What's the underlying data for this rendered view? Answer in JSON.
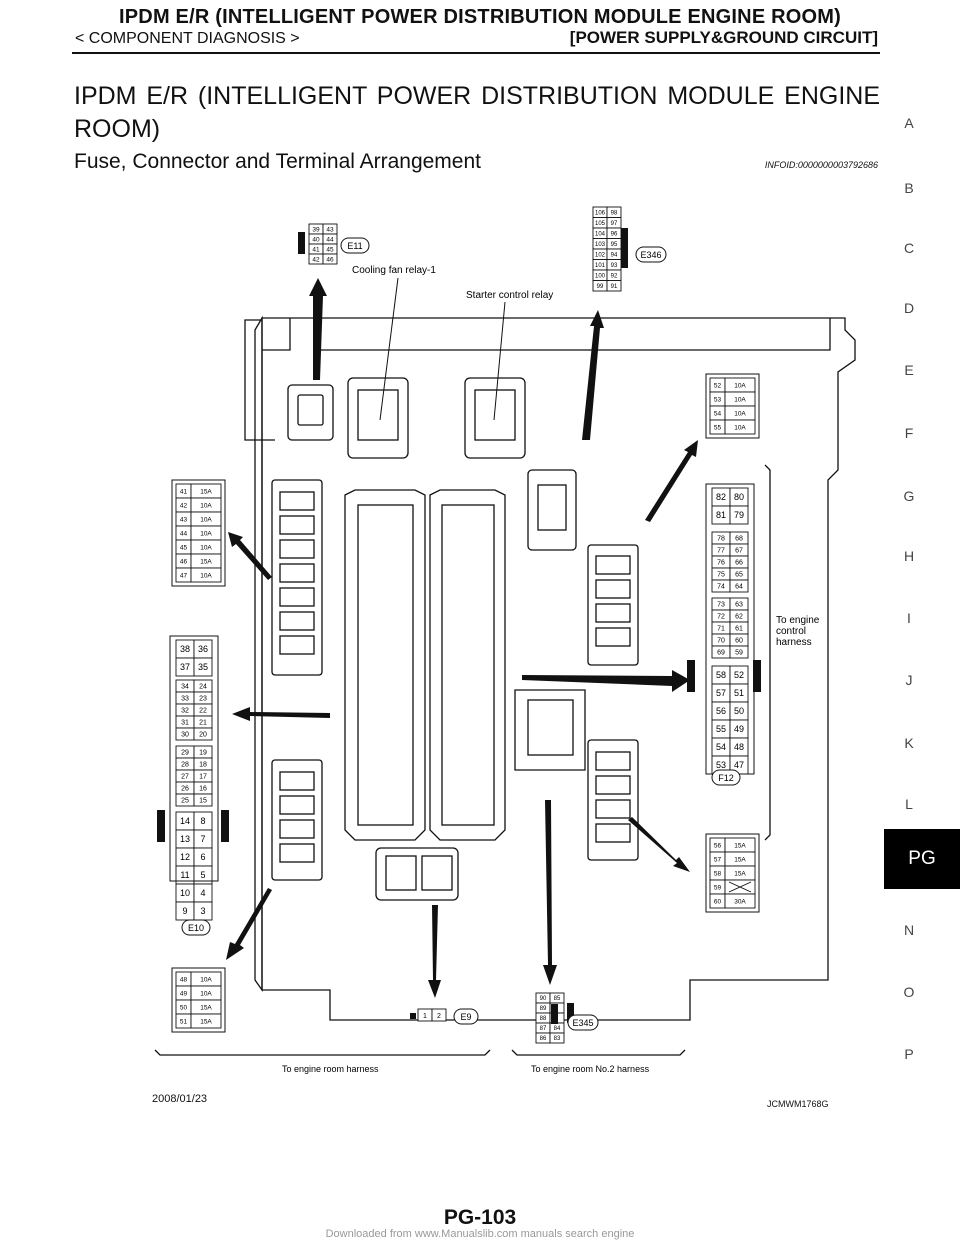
{
  "header": {
    "title": "IPDM E/R (INTELLIGENT POWER DISTRIBUTION MODULE ENGINE ROOM)",
    "left": "< COMPONENT DIAGNOSIS >",
    "right": "[POWER SUPPLY&GROUND CIRCUIT]"
  },
  "heading_line1": "IPDM E/R (INTELLIGENT POWER DISTRIBUTION MODULE ENGINE",
  "heading_line2": "ROOM)",
  "section_title": "Fuse, Connector and Terminal Arrangement",
  "info_id": "INFOID:0000000003792686",
  "side_letters": [
    "A",
    "B",
    "C",
    "D",
    "E",
    "F",
    "G",
    "H",
    "I",
    "J",
    "K",
    "L",
    "N",
    "O",
    "P"
  ],
  "active_tab": "PG",
  "figure": {
    "relay_labels": {
      "cooling_fan": "Cooling fan relay-1",
      "starter": "Starter control relay"
    },
    "harness_labels": {
      "engine_room": "To engine room harness",
      "engine_room_no2": "To engine room No.2 harness",
      "engine_control_1": "To engine",
      "engine_control_2": "control",
      "engine_control_3": "harness"
    },
    "connectors": {
      "e11": "E11",
      "e346": "E346",
      "f12": "F12",
      "e10": "E10",
      "e9": "E9",
      "e345": "E345"
    },
    "e11_terms": [
      [
        "39",
        "43"
      ],
      [
        "40",
        "44"
      ],
      [
        "41",
        "45"
      ],
      [
        "42",
        "46"
      ]
    ],
    "e346_terms": [
      [
        "106",
        "98"
      ],
      [
        "105",
        "97"
      ],
      [
        "104",
        "96"
      ],
      [
        "103",
        "95"
      ],
      [
        "102",
        "94"
      ],
      [
        "101",
        "93"
      ],
      [
        "100",
        "92"
      ],
      [
        "99",
        "91"
      ]
    ],
    "e9_terms": [
      "1",
      "2"
    ],
    "e345_terms": [
      [
        "90",
        "85"
      ],
      [
        "89",
        ""
      ],
      [
        "88",
        ""
      ],
      [
        "87",
        "84"
      ],
      [
        "86",
        "83"
      ]
    ],
    "fuses_tr": [
      [
        "52",
        "10A"
      ],
      [
        "53",
        "10A"
      ],
      [
        "54",
        "10A"
      ],
      [
        "55",
        "10A"
      ]
    ],
    "fuses_l1": [
      [
        "41",
        "15A"
      ],
      [
        "42",
        "10A"
      ],
      [
        "43",
        "10A"
      ],
      [
        "44",
        "10A"
      ],
      [
        "45",
        "10A"
      ],
      [
        "46",
        "15A"
      ],
      [
        "47",
        "10A"
      ]
    ],
    "fuses_bl": [
      [
        "48",
        "10A"
      ],
      [
        "49",
        "10A"
      ],
      [
        "50",
        "15A"
      ],
      [
        "51",
        "15A"
      ]
    ],
    "fuses_br": [
      [
        "56",
        "15A"
      ],
      [
        "57",
        "15A"
      ],
      [
        "58",
        "15A"
      ],
      [
        "59",
        ""
      ],
      [
        "60",
        "30A"
      ]
    ],
    "e10_g1": [
      [
        "38",
        "36"
      ],
      [
        "37",
        "35"
      ]
    ],
    "e10_g2": [
      [
        "34",
        "24"
      ],
      [
        "33",
        "23"
      ],
      [
        "32",
        "22"
      ],
      [
        "31",
        "21"
      ],
      [
        "30",
        "20"
      ]
    ],
    "e10_g3": [
      [
        "29",
        "19"
      ],
      [
        "28",
        "18"
      ],
      [
        "27",
        "17"
      ],
      [
        "26",
        "16"
      ],
      [
        "25",
        "15"
      ]
    ],
    "e10_g4": [
      [
        "14",
        "8"
      ],
      [
        "13",
        "7"
      ],
      [
        "12",
        "6"
      ],
      [
        "11",
        "5"
      ],
      [
        "10",
        "4"
      ],
      [
        "9",
        "3"
      ]
    ],
    "f12_g1": [
      [
        "82",
        "80"
      ],
      [
        "81",
        "79"
      ]
    ],
    "f12_g2": [
      [
        "78",
        "68"
      ],
      [
        "77",
        "67"
      ],
      [
        "76",
        "66"
      ],
      [
        "75",
        "65"
      ],
      [
        "74",
        "64"
      ]
    ],
    "f12_g3": [
      [
        "73",
        "63"
      ],
      [
        "72",
        "62"
      ],
      [
        "71",
        "61"
      ],
      [
        "70",
        "60"
      ],
      [
        "69",
        "59"
      ]
    ],
    "f12_g4": [
      [
        "58",
        "52"
      ],
      [
        "57",
        "51"
      ],
      [
        "56",
        "50"
      ],
      [
        "55",
        "49"
      ],
      [
        "54",
        "48"
      ],
      [
        "53",
        "47"
      ]
    ]
  },
  "date": "2008/01/23",
  "figure_id": "JCMWM1768G",
  "page_number": "PG-103",
  "footer": "Downloaded from www.Manualslib.com manuals search engine"
}
